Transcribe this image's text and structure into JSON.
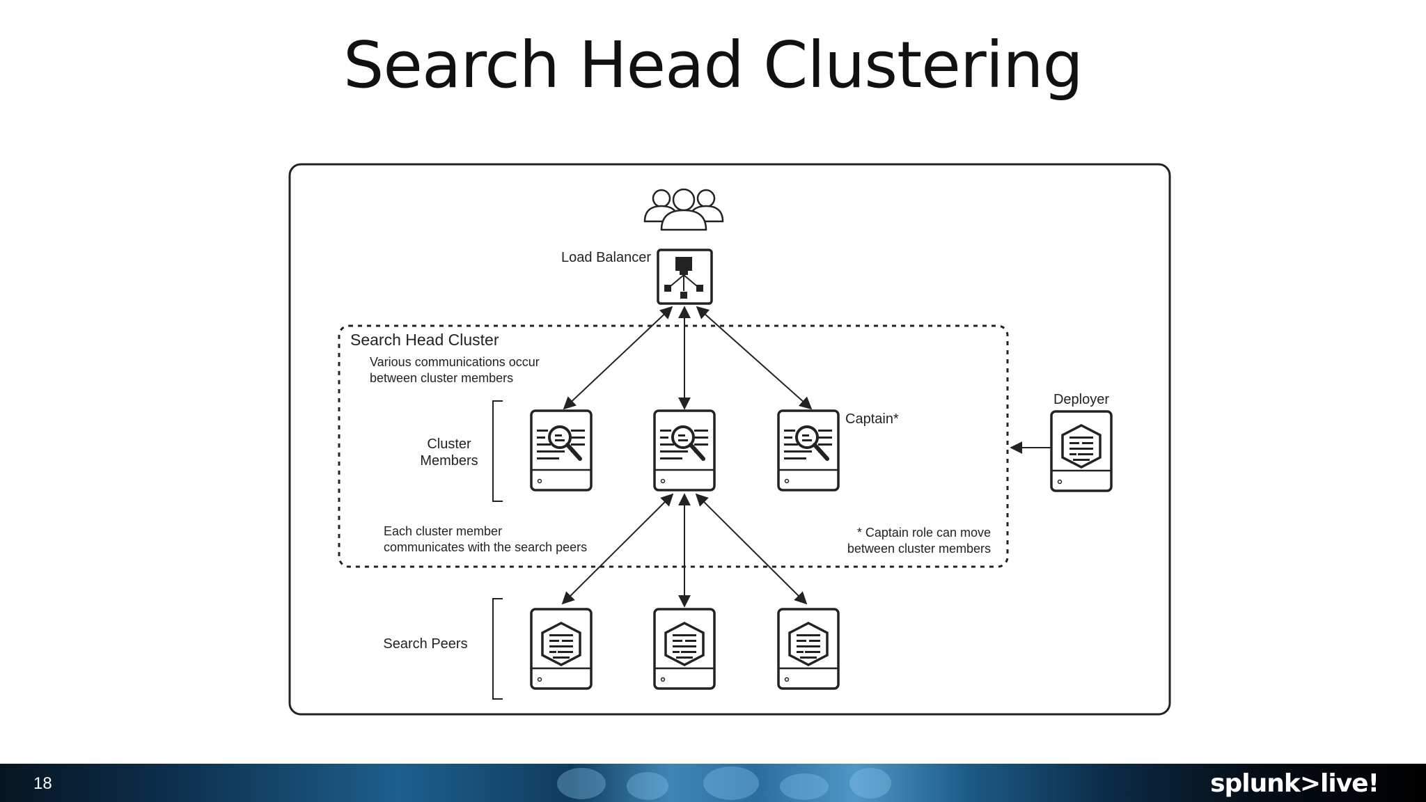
{
  "slide": {
    "title": "Search Head Clustering",
    "page_number": "18",
    "brand": "splunk>live!"
  },
  "diagram": {
    "load_balancer_label": "Load Balancer",
    "cluster_title": "Search Head Cluster",
    "comm_note_line1": "Various communications occur",
    "comm_note_line2": "between cluster members",
    "members_label_line1": "Cluster",
    "members_label_line2": "Members",
    "captain_label": "Captain*",
    "deployer_label": "Deployer",
    "peers_comm_line1": "Each cluster member",
    "peers_comm_line2": "communicates with the search peers",
    "captain_note_line1": "* Captain role can move",
    "captain_note_line2": "between cluster members",
    "search_peers_label": "Search Peers"
  }
}
